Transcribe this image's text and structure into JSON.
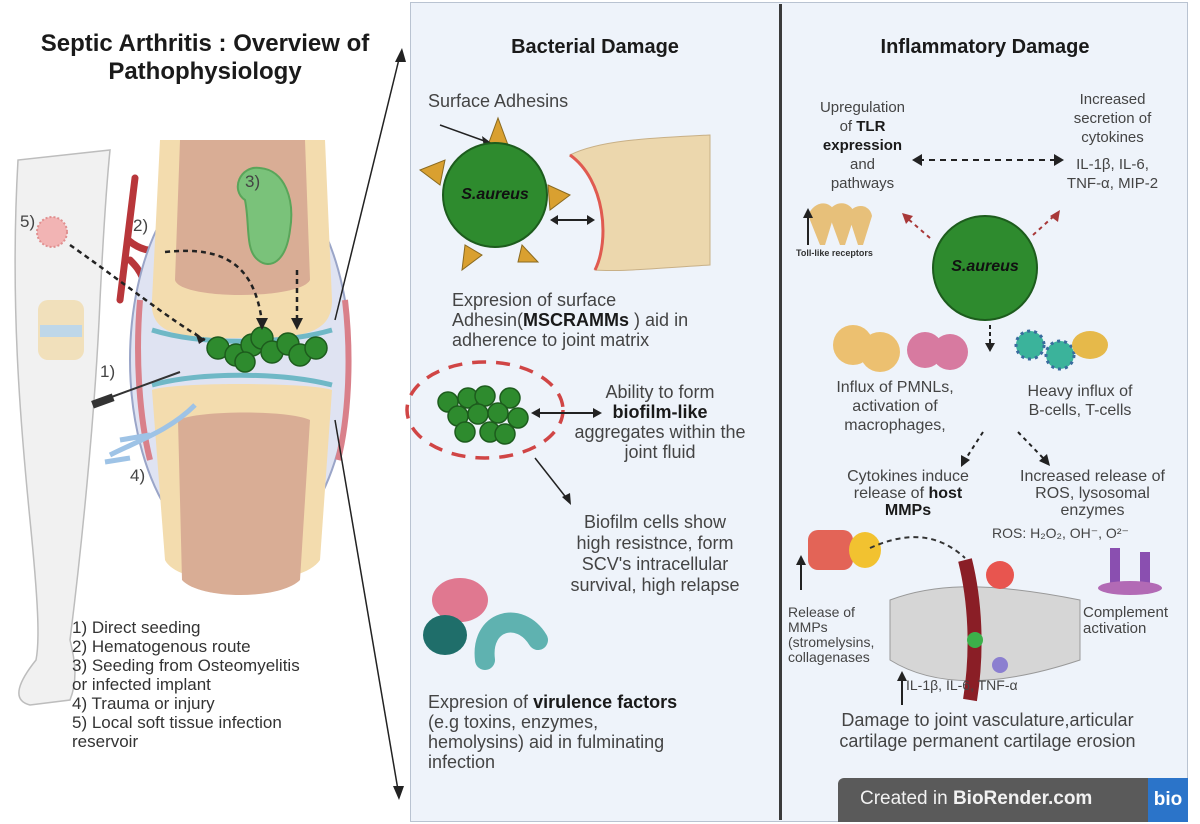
{
  "title": "Septic Arthritis : Overview of Pathophysiology",
  "left": {
    "labels": {
      "n1": "1)",
      "n2": "2)",
      "n3": "3)",
      "n4": "4)",
      "n5": "5)"
    },
    "legend": [
      "1) Direct seeding",
      "2) Hematogenous route",
      "3) Seeding from Osteomyelitis",
      "or infected implant",
      "4) Trauma or injury",
      "5) Local soft tissue infection",
      "reservoir"
    ]
  },
  "bacterial": {
    "heading": "Bacterial Damage",
    "surface_adhesins": "Surface Adhesins",
    "organism": "S.aureus",
    "adhesin_text": {
      "line1": "Expresion of surface",
      "line2_pre": "Adhesin(",
      "line2_bold": "MSCRAMMs",
      "line2_post": " ) aid in",
      "line3": "adherence to joint matrix"
    },
    "biofilm_text": {
      "line1": "Ability to form",
      "line2_bold": "biofilm-like",
      "line3": "aggregates within the",
      "line4": "joint fluid"
    },
    "resistance_text": [
      "Biofilm cells show",
      "high resistnce, form",
      "SCV's  intracellular",
      "survival, high relapse"
    ],
    "virulence_text": {
      "line1_pre": "Expresion of ",
      "line1_bold": "virulence factors",
      "line2": "(e.g toxins, enzymes,",
      "line3": "hemolysins) aid in fulminating",
      "line4": "infection"
    }
  },
  "inflammatory": {
    "heading": "Inflammatory Damage",
    "organism": "S.aureus",
    "tlr": {
      "l1": "Upregulation",
      "l2_pre": "of ",
      "l2_bold": "TLR",
      "l3_bold": "expression",
      "l4": "and",
      "l5": "pathways"
    },
    "toll_like": "Toll-like receptors",
    "cytokines": {
      "l1": "Increased",
      "l2": "secretion of",
      "l3": "cytokines",
      "l4": "IL-1β, IL-6,",
      "l5": "TNF-α, MIP-2"
    },
    "pmnl": [
      "Influx of PMNLs,",
      "activation of",
      "macrophages,"
    ],
    "bcell": [
      "Heavy influx of",
      "B-cells, T-cells"
    ],
    "mmp": {
      "l1": "Cytokines induce",
      "l2_pre": "release of ",
      "l2_bold": "host",
      "l3_bold": "MMPs"
    },
    "ros_release": [
      "Increased release of",
      "ROS, lysosomal",
      "enzymes"
    ],
    "ros_formula": "ROS: H₂O₂, OH⁻, O²⁻",
    "release_mmps": [
      "Release of",
      "MMPs",
      "(stromelysins,",
      "collagenases"
    ],
    "complement": [
      "Complement",
      "activation"
    ],
    "il_line": "IL-1β, IL-6, TNF-α",
    "damage": [
      "Damage to joint vasculature,articular",
      "cartilage  permanent cartilage erosion"
    ]
  },
  "watermark": {
    "text_pre": "Created in ",
    "text_bold": "BioRender.com",
    "logo": "bio"
  },
  "colors": {
    "bacteria_green": "#2e8b2e",
    "adhesin_orange": "#d9a030",
    "blood_red": "#b8363a",
    "bone_tan": "#f0d9a8",
    "marrow": "#d4a890",
    "panel_bg": "#eef3fa",
    "biorender_blue": "#2b74c9"
  }
}
